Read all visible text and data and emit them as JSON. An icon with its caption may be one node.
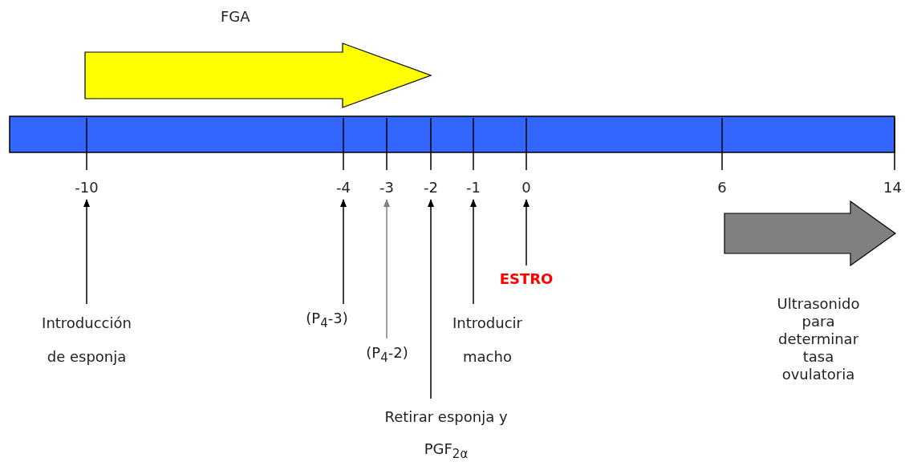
{
  "diagram": {
    "nodes": [
      {
        "text": [
          "FGA"
        ]
      },
      {
        "text": [
          "-10"
        ]
      },
      {
        "text": [
          "-4"
        ]
      },
      {
        "text": [
          "-3"
        ]
      },
      {
        "text": [
          "-2"
        ]
      },
      {
        "text": [
          "-1"
        ]
      },
      {
        "text": [
          "0"
        ]
      },
      {
        "text": [
          "6"
        ]
      },
      {
        "text": [
          "14"
        ]
      },
      {
        "text": [
          "Introducción de esponja"
        ]
      },
      {
        "text": [
          "(P$_{4}$-3)"
        ]
      },
      {
        "text": [
          "(P$_{4}$-2)"
        ]
      },
      {
        "text": [
          "Retirar esponja y PGF$_{2α}$"
        ]
      },
      {
        "text": [
          "Introducir macho"
        ]
      },
      {
        "text": [
          "ESTRO"
        ]
      },
      {
        "text": [
          "Ultrasonido para determinar tasa ovulatoria"
        ]
      }
    ],
    "edges": [
      {
        "from": 9,
        "to": 1,
        "arrow": "to"
      },
      {
        "from": 10,
        "to": 2,
        "arrow": "to"
      },
      {
        "from": 11,
        "to": 3,
        "arrow": "to",
        "color": "#808080"
      },
      {
        "from": 12,
        "to": 4,
        "arrow": "to"
      },
      {
        "from": 13,
        "to": 5,
        "arrow": "to"
      },
      {
        "from": 14,
        "to": 6,
        "arrow": "to"
      }
    ]
  }
}
